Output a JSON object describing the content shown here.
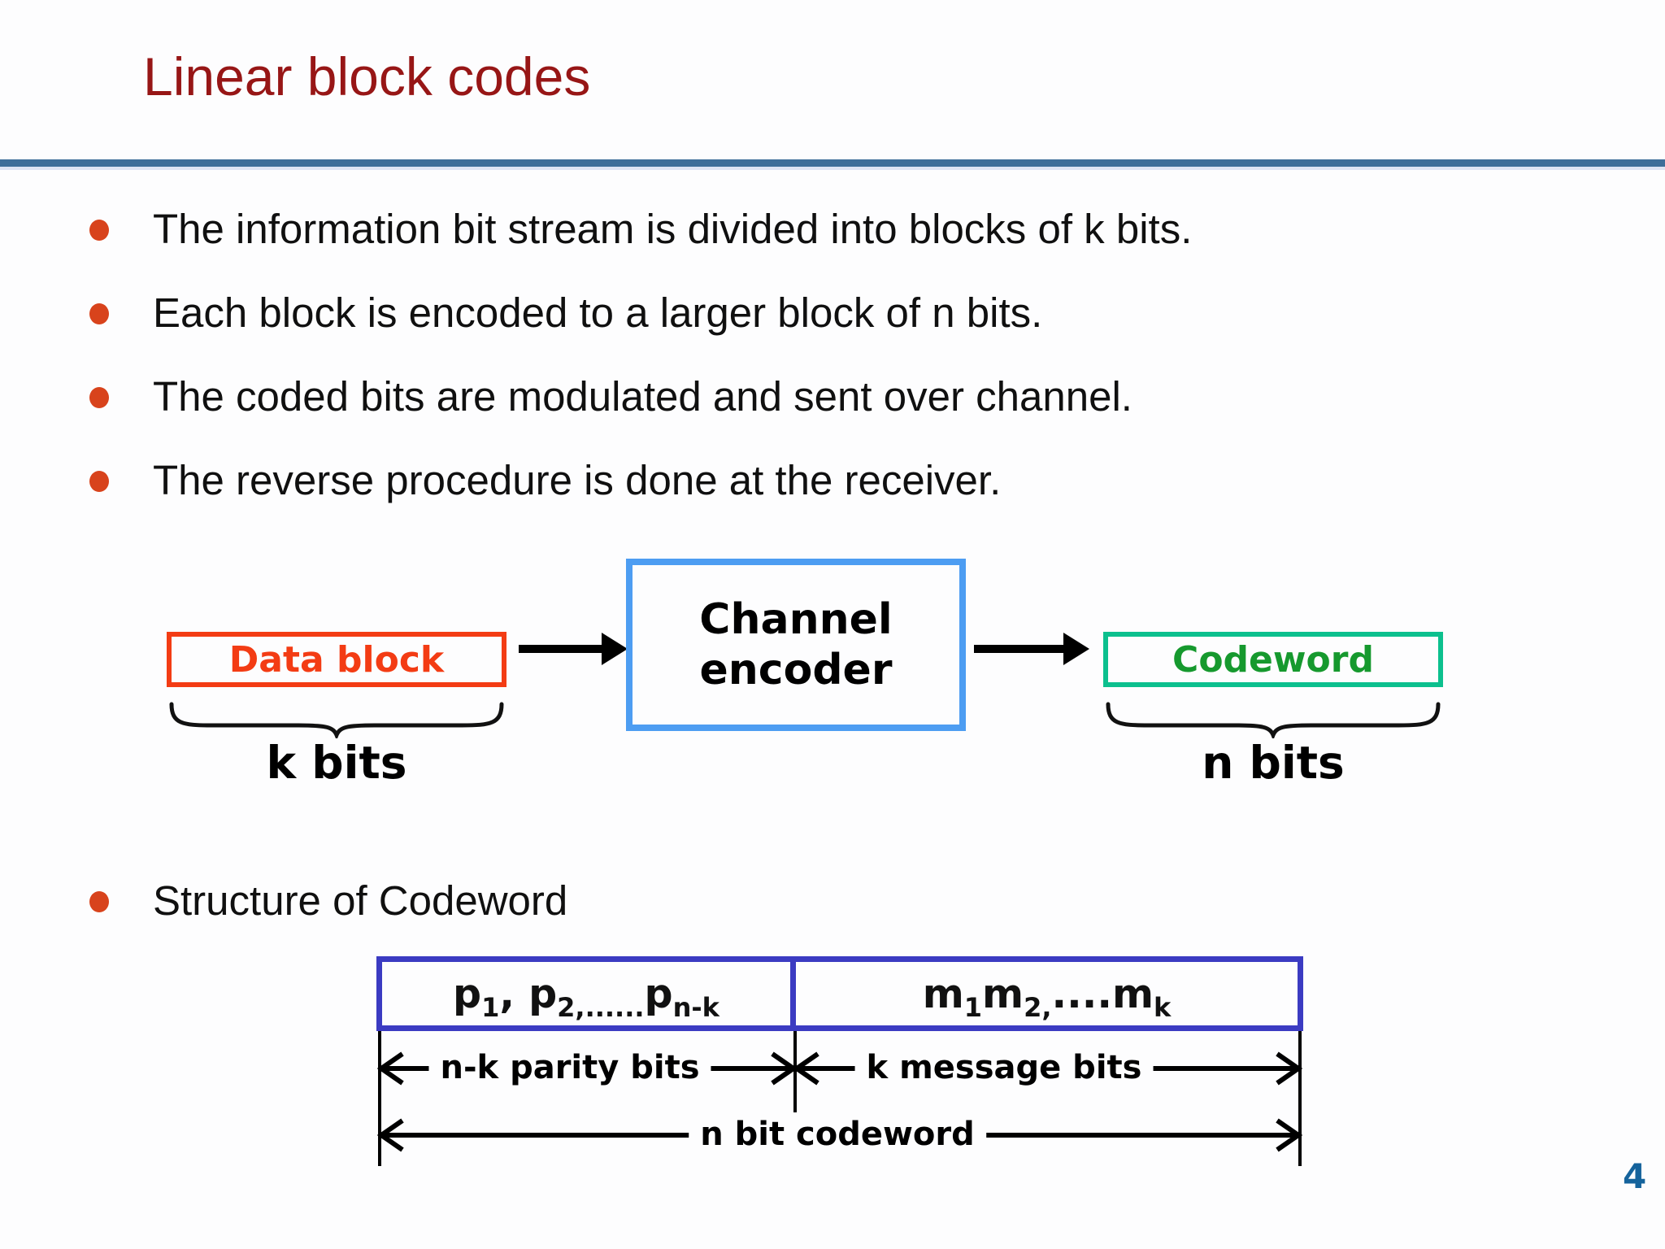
{
  "slide": {
    "title": "Linear block codes",
    "page_number": "4",
    "bullets": [
      "The information bit stream is divided into blocks of k bits.",
      "Each block is encoded to a larger block of n bits.",
      "The coded bits are modulated and sent over channel.",
      "The reverse procedure is done at the receiver."
    ],
    "structure_bullet": "Structure of Codeword"
  },
  "flow_diagram": {
    "data_block_label": "Data block",
    "encoder_line1": "Channel",
    "encoder_line2": "encoder",
    "codeword_label": "Codeword",
    "k_bits_label": "k bits",
    "n_bits_label": "n bits"
  },
  "structure_diagram": {
    "parity_cell": {
      "p1_base": "p",
      "p1_sub": "1",
      "separator": ", ",
      "p2_base": "p",
      "p2_sub": "2,......",
      "pnk_base": "p",
      "pnk_sub": "n-k"
    },
    "message_cell": {
      "m1_base": "m",
      "m1_sub": "1",
      "m2_base": "m",
      "m2_sub": "2,",
      "dots": "....",
      "mk_base": "m",
      "mk_sub": "k"
    },
    "parity_dim_label": "n-k parity bits",
    "message_dim_label": "k message bits",
    "codeword_dim_label": "n bit codeword"
  },
  "colors": {
    "title_red": "#971616",
    "bullet_dot_orange": "#d8431c",
    "title_rule_blue": "#3d6e99",
    "data_block_orange": "#f33c14",
    "encoder_border_blue": "#4d9df2",
    "codeword_border_green": "#0cc08e",
    "codeword_text_green": "#16992e",
    "structure_border_indigo": "#3b3bc2",
    "page_number_blue": "#15639c"
  }
}
